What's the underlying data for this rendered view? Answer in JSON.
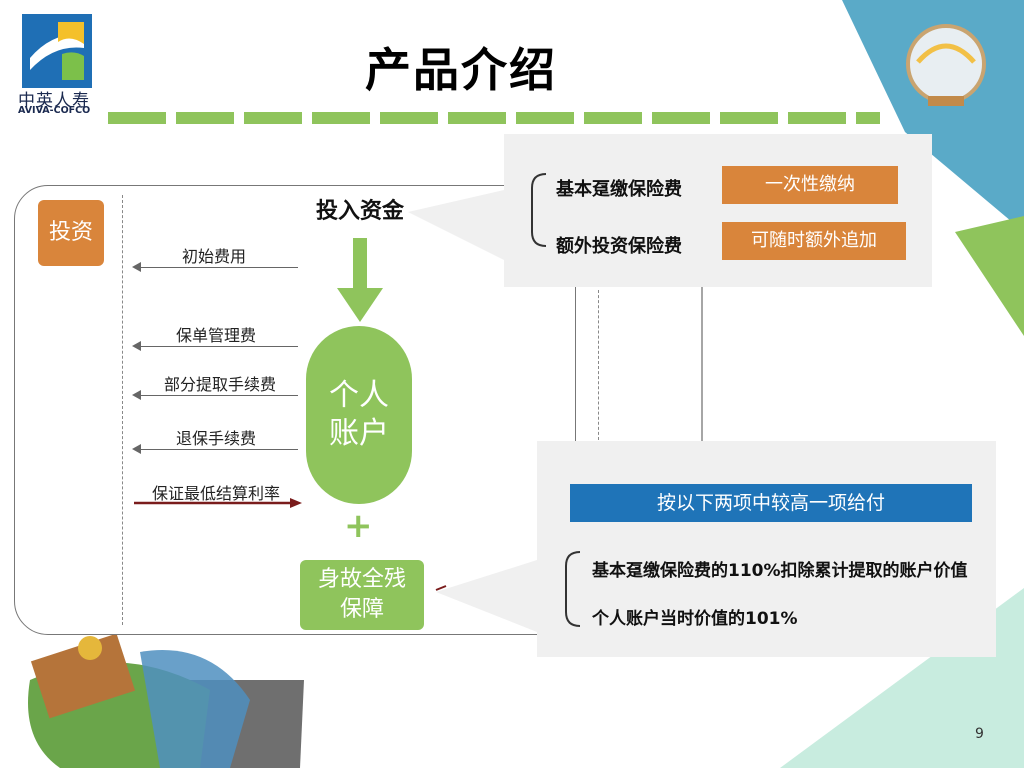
{
  "logo": {
    "cn": "中英人寿",
    "en": "AVIVA-COFCO"
  },
  "title": "产品介绍",
  "left": {
    "invest_badge": "投资",
    "funds_in": "投入资金",
    "fees": [
      "初始费用",
      "保单管理费",
      "部分提取手续费",
      "退保手续费"
    ],
    "guarantee_rate": "保证最低结算利率",
    "account": [
      "个人",
      "账户"
    ],
    "plus": "+",
    "protection": [
      "身故全残",
      "保障"
    ]
  },
  "top_callout": {
    "rows": [
      {
        "label": "基本趸缴保险费",
        "tag": "一次性缴纳"
      },
      {
        "label": "额外投资保险费",
        "tag": "可随时额外追加"
      }
    ]
  },
  "bottom_callout": {
    "header": "按以下两项中较高一项给付",
    "items": [
      "基本趸缴保险费的110%扣除累计提取的账户价值",
      "个人账户当时价值的101%"
    ]
  },
  "page_number": "9",
  "colors": {
    "orange": "#d9853b",
    "green": "#8fc45c",
    "blue": "#1f74b8",
    "teal": "#5aaac8",
    "mint": "#c8ecdf"
  }
}
